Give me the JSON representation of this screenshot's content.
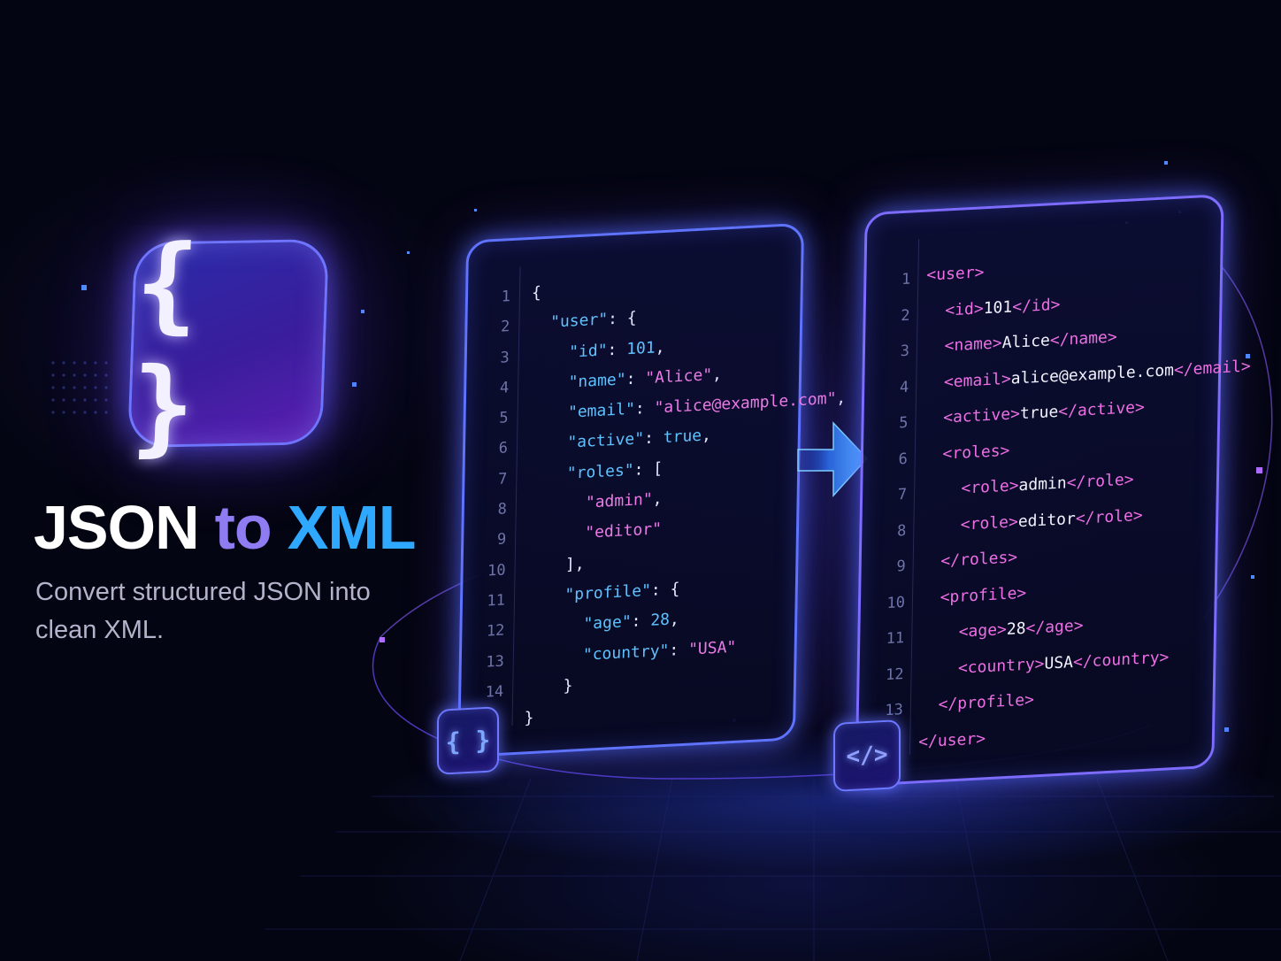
{
  "hero": {
    "icon": "curly-braces-icon",
    "icon_glyph": "{ }",
    "title_json": "JSON",
    "title_to": "to",
    "title_xml": "XML",
    "subtitle": "Convert structured JSON into clean XML."
  },
  "json_panel": {
    "badge_icon": "curly-braces-icon",
    "badge_glyph": "{ }",
    "line_numbers": [
      "1",
      "2",
      "3",
      "4",
      "5",
      "6",
      "7",
      "8",
      "9",
      "10",
      "11",
      "12",
      "13",
      "14"
    ],
    "lines": [
      "{",
      "  \"user\": {",
      "    \"id\": 101,",
      "    \"name\": \"Alice\",",
      "    \"email\": \"alice@example.com\",",
      "    \"active\": true,",
      "    \"roles\": [",
      "      \"admin\",",
      "      \"editor\"",
      "    ],",
      "    \"profile\": {",
      "      \"age\": 28,",
      "      \"country\": \"USA\"",
      "    }",
      "}"
    ]
  },
  "xml_panel": {
    "badge_icon": "code-tag-icon",
    "badge_glyph": "</>",
    "line_numbers": [
      "1",
      "2",
      "3",
      "4",
      "5",
      "6",
      "7",
      "8",
      "9",
      "10",
      "11",
      "12",
      "13"
    ],
    "lines": [
      "<user>",
      "  <id>101</id>",
      "  <name>Alice</name>",
      "  <email>alice@example.com</email>",
      "  <active>true</active>",
      "  <roles>",
      "    <role>admin</role>",
      "    <role>editor</role>",
      "  </roles>",
      "  <profile>",
      "    <age>28</age>",
      "    <country>USA</country>",
      "  </profile>",
      "</user>"
    ]
  },
  "arrow": {
    "icon": "arrow-right-icon"
  },
  "colors": {
    "background": "#040512",
    "json_key": "#5fc2ff",
    "json_string": "#ec7ae6",
    "xml_tag": "#ee6fe5",
    "accent_blue": "#2fa8ff",
    "accent_purple": "#8f7cf2"
  }
}
